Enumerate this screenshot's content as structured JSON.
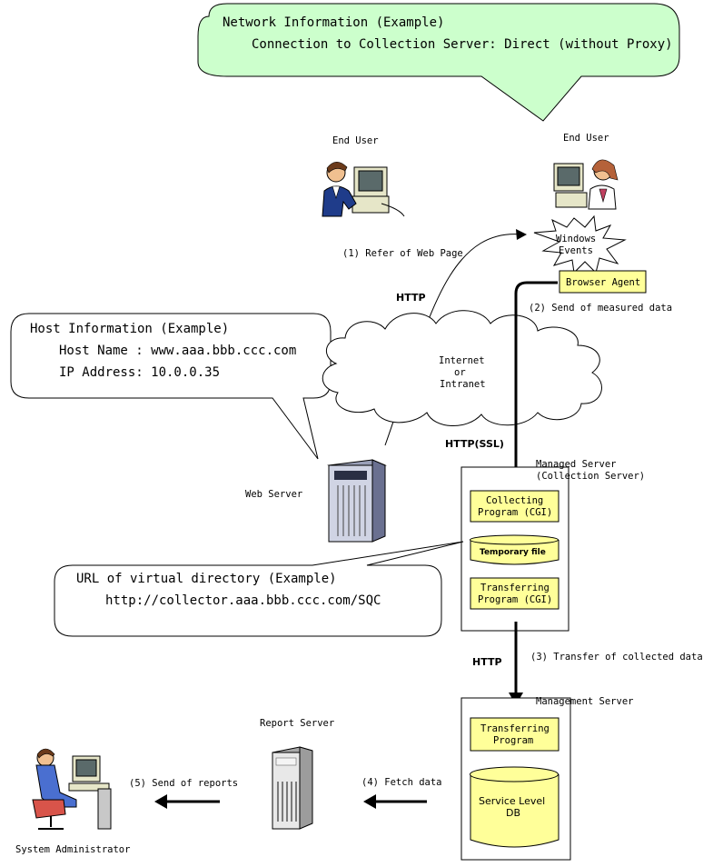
{
  "network_info": {
    "line1": "Network Information (Example)",
    "line2": "Connection to Collection Server: Direct (without Proxy)"
  },
  "host_info": {
    "line1": "Host Information (Example)",
    "line2": "Host Name : www.aaa.bbb.ccc.com",
    "line3": "IP Address: 10.0.0.35"
  },
  "url_info": {
    "line1": "URL of virtual directory (Example)",
    "line2": "http://collector.aaa.bbb.ccc.com/SQC"
  },
  "end_user_left": "End User",
  "end_user_right": "End User",
  "windows_events": {
    "line1": "Windows",
    "line2": "Events"
  },
  "browser_agent": "Browser Agent",
  "step1": "(1) Refer of Web Page",
  "step2": "(2) Send of measured data",
  "step3": "(3) Transfer of collected data",
  "step4": "(4) Fetch data",
  "step5": "(5) Send of reports",
  "http_top": "HTTP",
  "http_ssl": "HTTP(SSL)",
  "http_mid": "HTTP",
  "internet": {
    "line1": "Internet",
    "line2": "or",
    "line3": "Intranet"
  },
  "web_server": "Web Server",
  "managed_server": {
    "line1": "Managed Server",
    "line2": "(Collection Server)"
  },
  "collecting_program": {
    "line1": "Collecting",
    "line2": "Program (CGI)"
  },
  "temporary_file": "Temporary file",
  "transferring_cgi": {
    "line1": "Transferring",
    "line2": "Program (CGI)"
  },
  "management_server": "Management Server",
  "transferring_program": {
    "line1": "Transferring",
    "line2": "Program"
  },
  "service_level_db": {
    "line1": "Service Level",
    "line2": "DB"
  },
  "report_server": "Report Server",
  "system_admin": "System Administrator",
  "colors": {
    "green_bubble": "#ccffcc",
    "yellow_box": "#ffff99",
    "box_border": "#000000"
  }
}
